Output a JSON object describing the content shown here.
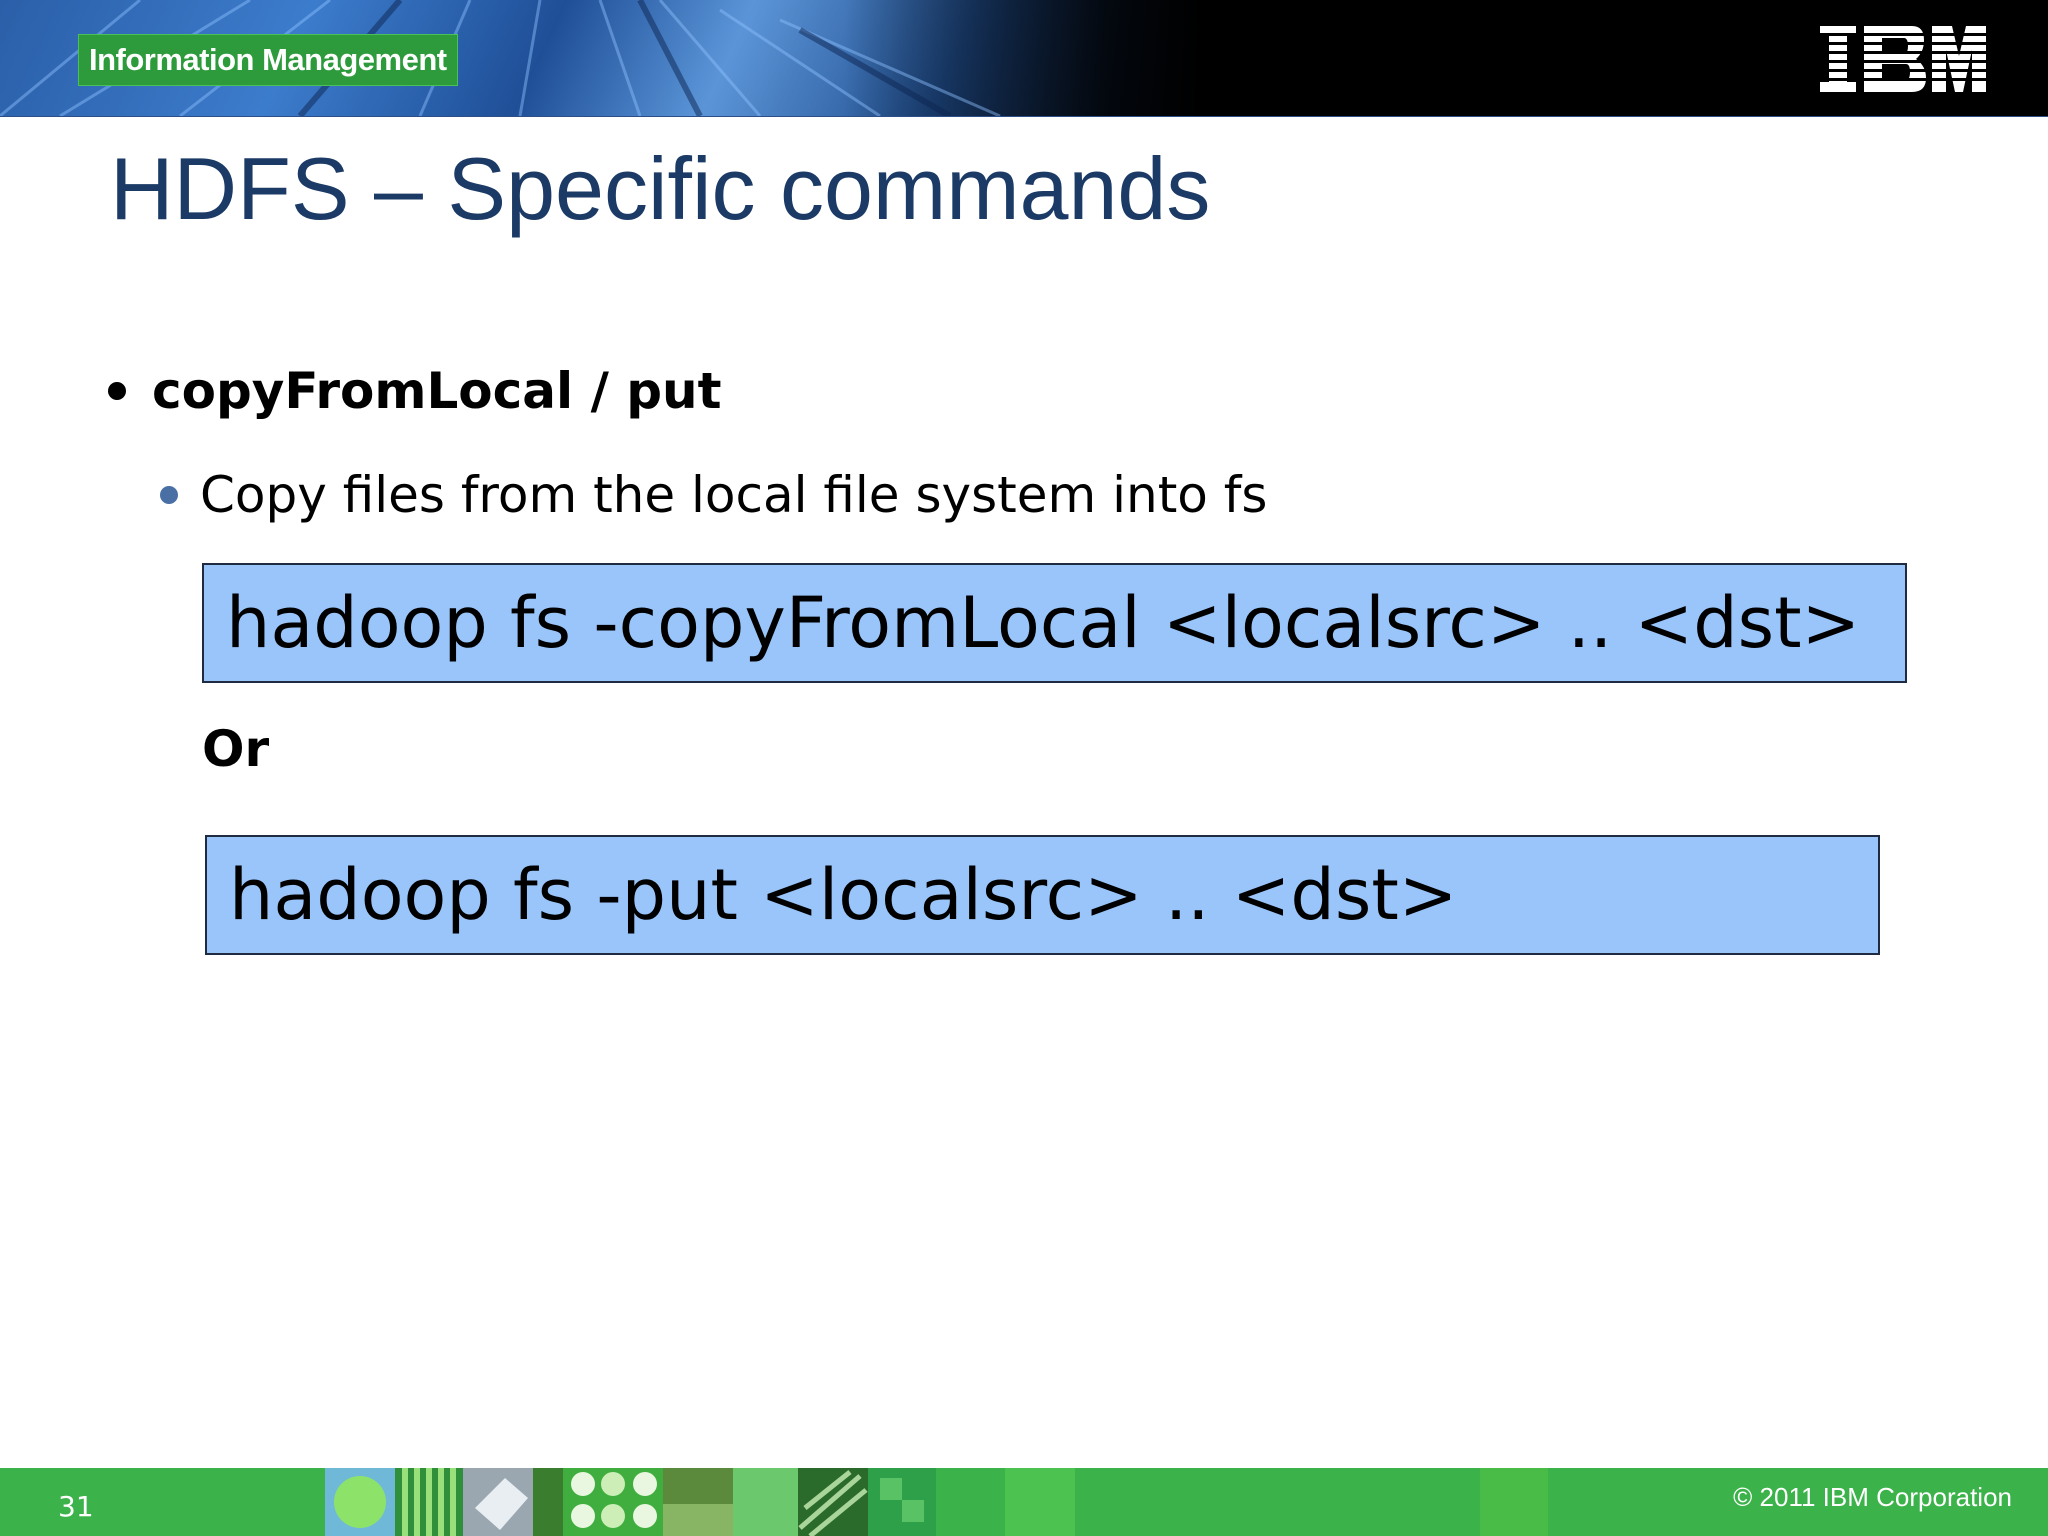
{
  "header": {
    "badge_text": "Information Management",
    "logo_text": "IBM",
    "badge_color": "#2d9b3c",
    "logo_color": "#ffffff"
  },
  "slide": {
    "title": "HDFS – Specific commands",
    "title_color": "#1b3a66",
    "bullet_main": "copyFromLocal / put",
    "bullet_sub": "Copy files from the local file system into fs",
    "command_1": "hadoop fs -copyFromLocal <localsrc> .. <dst>",
    "separator": "Or",
    "command_2": "hadoop fs -put <localsrc> .. <dst>",
    "command_box_color": "#99c5fa"
  },
  "footer": {
    "page_number": "31",
    "copyright": "© 2011  IBM Corporation",
    "bar_color": "#3cb34a"
  }
}
